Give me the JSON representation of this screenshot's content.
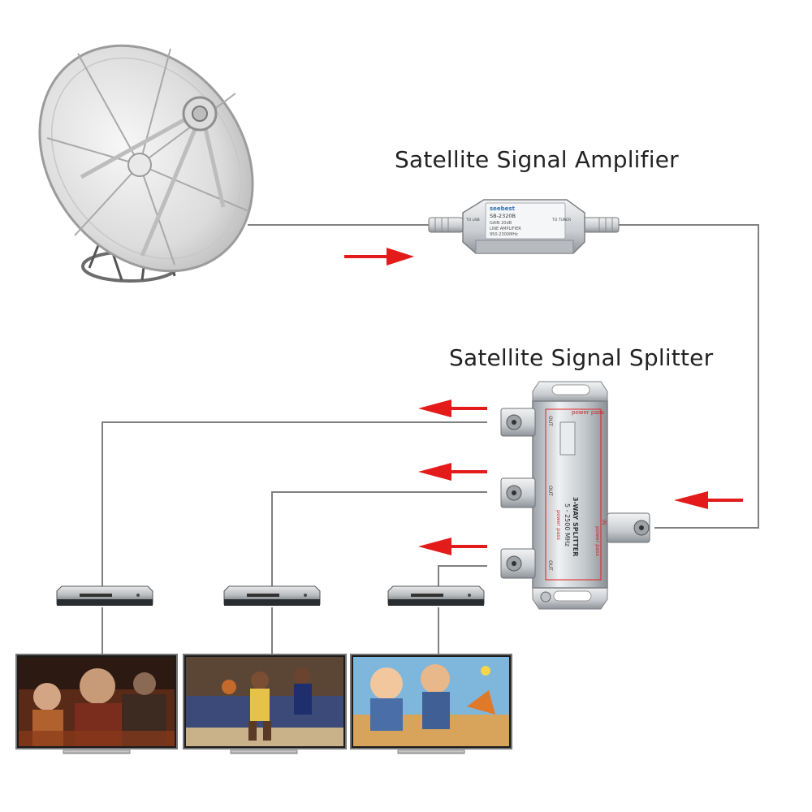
{
  "titles": {
    "amplifier": "Satellite Signal Amplifier",
    "splitter": "Satellite Signal Splitter"
  },
  "amplifier_device": {
    "brand": "seebest",
    "model": "SB-2320B",
    "spec_line_1": "GAIN 20dB",
    "spec_line_2": "LINE AMPLIFIER",
    "spec_line_3": "950-2300MHz",
    "port_left": "TO LNB",
    "port_right": "TO TUNER"
  },
  "splitter_device": {
    "label_line_1": "3-WAY SPLITTER",
    "label_line_2": "5 - 2500 MHz",
    "port_out": "OUT",
    "port_in": "IN",
    "power_pass": "power pass"
  },
  "colors": {
    "arrow": "#e31b1b",
    "cable": "#808080",
    "screen_1": "#5a2a18",
    "screen_2": "#3b4a78",
    "screen_3": "#7fb6dc"
  }
}
